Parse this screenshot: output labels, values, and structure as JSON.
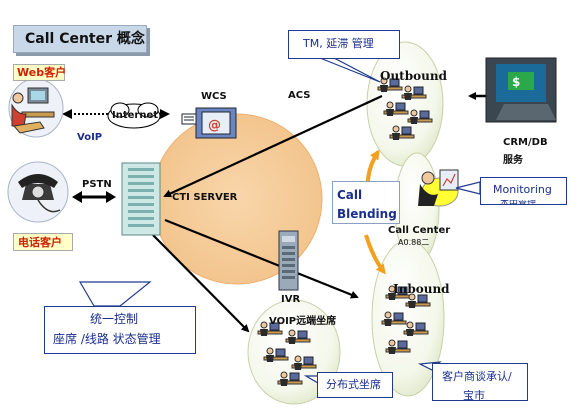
{
  "title": "Call Center 概念",
  "clients": {
    "web": "Web客户",
    "phone": "电话客户",
    "internet": "Internet",
    "voip": "VoIP",
    "pstn": "PSTN"
  },
  "servers": {
    "wcs": "WCS",
    "acs": "ACS",
    "cti": "CTI SERVER",
    "ivr": "IVR",
    "crm_line1": "CRM/DB",
    "crm_line2": "服务"
  },
  "sites": {
    "outbound": "Outbound",
    "inbound": "Inbound",
    "call_center": "Call Center",
    "call_center_sub": "A0.88二",
    "voip_site": "VOIP远端坐席",
    "call_blending_line1": "Call",
    "call_blending_line2": "Blending"
  },
  "callouts": {
    "tm": "TM, 延滞 管理",
    "monitoring_line1": "Monitoring",
    "monitoring_line2": "本中管理",
    "control_line1": "统一控制",
    "control_line2": "座席 /线路 状态管理",
    "distributed": "分布式坐席",
    "customer_line1": "客户商谈承认/",
    "customer_line2": "宝市"
  },
  "colors": {
    "title_bg": "#c8d8e8",
    "label_red": "#cc2200",
    "label_bg_yellow": "#ffffc8",
    "blue_text": "#1a2f8c",
    "orange_circle": "#f5c48a",
    "callout_border": "#1f3a8f"
  }
}
